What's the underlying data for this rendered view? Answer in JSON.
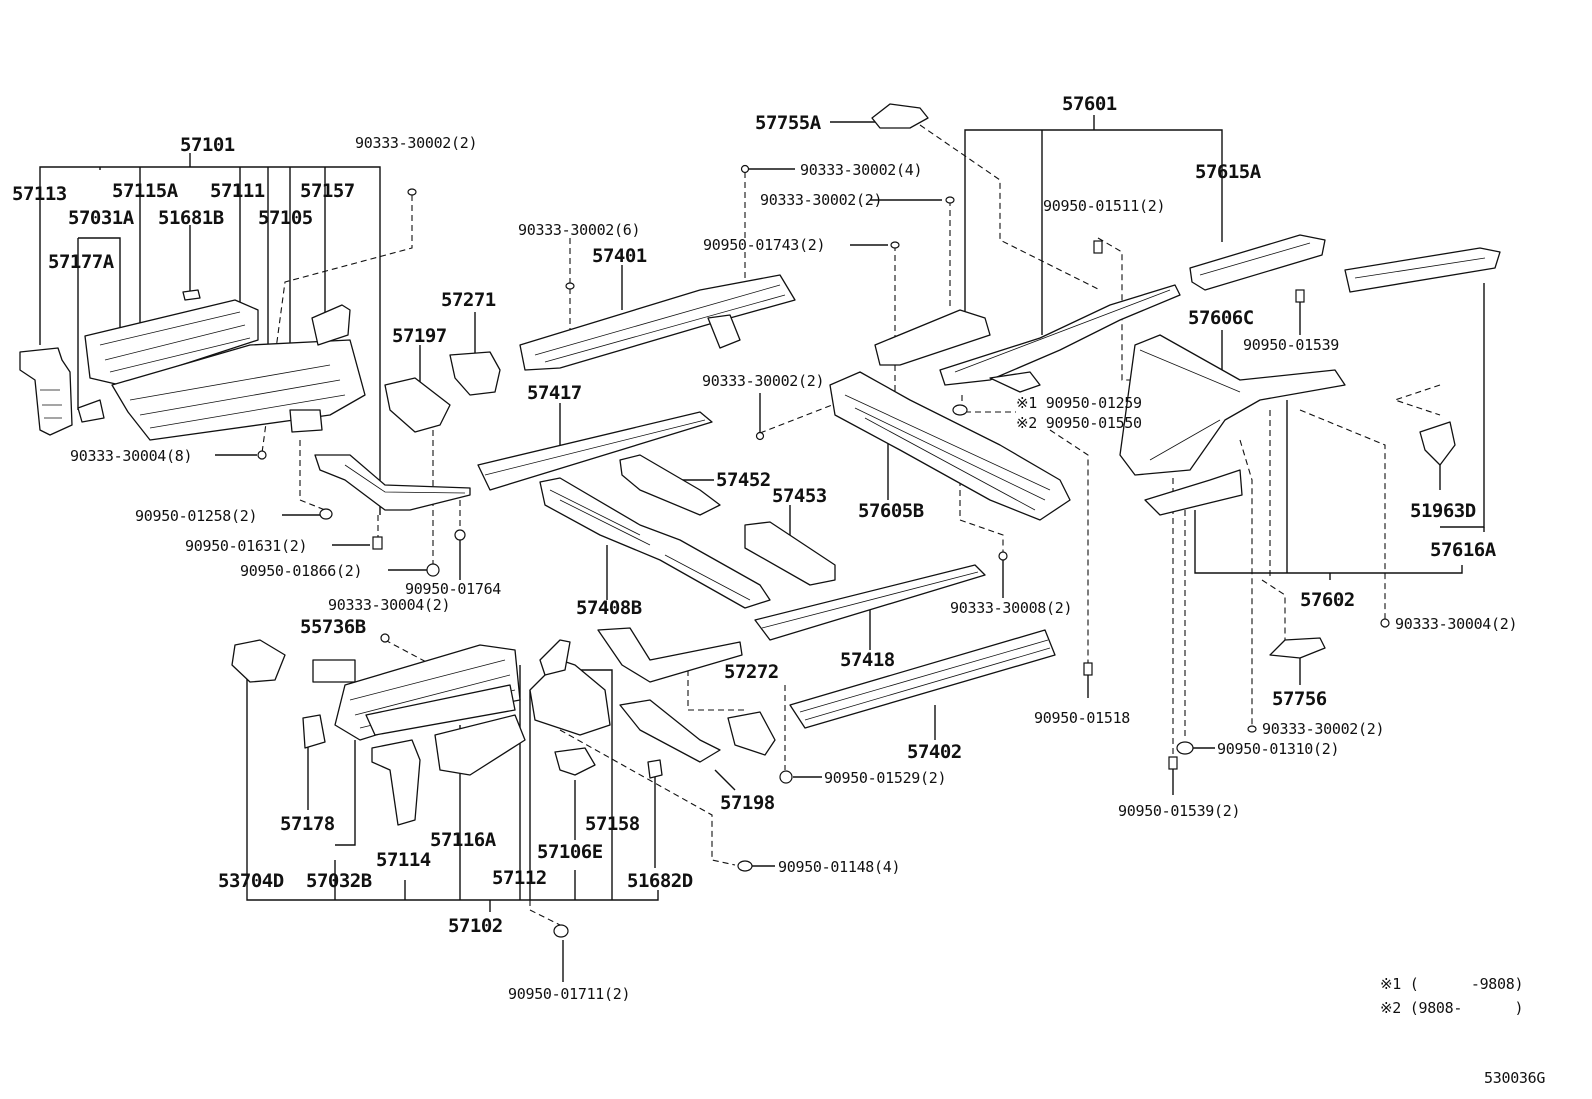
{
  "labels": {
    "p57101": "57101",
    "p57113": "57113",
    "p57115A": "57115A",
    "p57111": "57111",
    "p57157": "57157",
    "p57031A": "57031A",
    "p51681B": "51681B",
    "p57105": "57105",
    "p57177A": "57177A",
    "f90333_30002_2a": "90333-30002(2)",
    "f90333_30004_8": "90333-30004(8)",
    "f90950_01258_2": "90950-01258(2)",
    "f90950_01631_2": "90950-01631(2)",
    "f90950_01866_2": "90950-01866(2)",
    "f90950_01764": "90950-01764",
    "p57197": "57197",
    "p57271": "57271",
    "f90333_30002_6": "90333-30002(6)",
    "p57401": "57401",
    "p57417": "57417",
    "p57452": "57452",
    "p57453": "57453",
    "p57408B": "57408B",
    "f90333_30004_2a": "90333-30004(2)",
    "p55736B": "55736B",
    "p57272": "57272",
    "p57418": "57418",
    "p57402": "57402",
    "f90950_01529_2": "90950-01529(2)",
    "p57198": "57198",
    "f90950_01148_4": "90950-01148(4)",
    "p57178": "57178",
    "p57114": "57114",
    "p57116A": "57116A",
    "p57158": "57158",
    "p57106E": "57106E",
    "p53704D": "53704D",
    "p57032B": "57032B",
    "p57112": "57112",
    "p51682D": "51682D",
    "p57102": "57102",
    "f90950_01711_2": "90950-01711(2)",
    "p57755A": "57755A",
    "f90333_30002_4": "90333-30002(4)",
    "f90333_30002_2b": "90333-30002(2)",
    "f90950_01743_2": "90950-01743(2)",
    "f90333_30002_2c": "90333-30002(2)",
    "p57605B": "57605B",
    "f90333_30008_2": "90333-30008(2)",
    "p57601": "57601",
    "p57615A": "57615A",
    "f90950_01511_2": "90950-01511(2)",
    "f90950_01539": "90950-01539",
    "p57606C": "57606C",
    "n1_90950_01259": "※1 90950-01259",
    "n2_90950_01550": "※2 90950-01550",
    "f90950_01518": "90950-01518",
    "p51963D": "51963D",
    "p57616A": "57616A",
    "p57602": "57602",
    "f90333_30004_2b": "90333-30004(2)",
    "p57756": "57756",
    "f90333_30002_2d": "90333-30002(2)",
    "f90950_01310_2": "90950-01310(2)",
    "f90950_01539_2": "90950-01539(2)"
  },
  "notes": {
    "note1": "※1 (      -9808)",
    "note2": "※2 (9808-      )"
  },
  "diagram_code": "530036G"
}
